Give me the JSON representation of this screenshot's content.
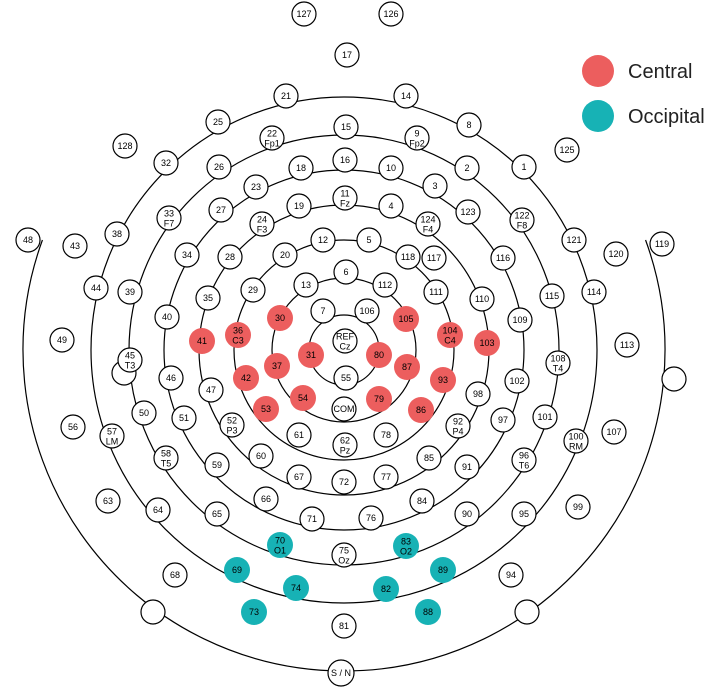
{
  "colors": {
    "central": "#EC5E5E",
    "occipital": "#17B2B5",
    "default": "#ffffff"
  },
  "legend": [
    {
      "key": "central",
      "label": "Central"
    },
    {
      "key": "occipital",
      "label": "Occipital"
    }
  ],
  "electrodes": [
    {
      "id": "127",
      "label": "127"
    },
    {
      "id": "126",
      "label": "126"
    },
    {
      "id": "17",
      "label": "17"
    },
    {
      "id": "21",
      "label": "21"
    },
    {
      "id": "14",
      "label": "14"
    },
    {
      "id": "25",
      "label": "25"
    },
    {
      "id": "15",
      "label": "15"
    },
    {
      "id": "8",
      "label": "8"
    },
    {
      "id": "22",
      "label": "22",
      "sub": "Fp1"
    },
    {
      "id": "9",
      "label": "9",
      "sub": "Fp2"
    },
    {
      "id": "128",
      "label": "128"
    },
    {
      "id": "125",
      "label": "125"
    },
    {
      "id": "32",
      "label": "32"
    },
    {
      "id": "26",
      "label": "26"
    },
    {
      "id": "18",
      "label": "18"
    },
    {
      "id": "16",
      "label": "16"
    },
    {
      "id": "10",
      "label": "10"
    },
    {
      "id": "2",
      "label": "2"
    },
    {
      "id": "1",
      "label": "1"
    },
    {
      "id": "23",
      "label": "23"
    },
    {
      "id": "3",
      "label": "3"
    },
    {
      "id": "11",
      "label": "11",
      "sub": "Fz"
    },
    {
      "id": "19",
      "label": "19"
    },
    {
      "id": "4",
      "label": "4"
    },
    {
      "id": "33",
      "label": "33",
      "sub": "F7"
    },
    {
      "id": "27",
      "label": "27"
    },
    {
      "id": "123",
      "label": "123"
    },
    {
      "id": "122",
      "label": "122",
      "sub": "F8"
    },
    {
      "id": "24",
      "label": "24",
      "sub": "F3"
    },
    {
      "id": "124",
      "label": "124",
      "sub": "F4"
    },
    {
      "id": "48",
      "label": "48"
    },
    {
      "id": "43",
      "label": "43"
    },
    {
      "id": "38",
      "label": "38"
    },
    {
      "id": "121",
      "label": "121"
    },
    {
      "id": "120",
      "label": "120"
    },
    {
      "id": "119",
      "label": "119"
    },
    {
      "id": "12",
      "label": "12"
    },
    {
      "id": "5",
      "label": "5"
    },
    {
      "id": "34",
      "label": "34"
    },
    {
      "id": "28",
      "label": "28"
    },
    {
      "id": "20",
      "label": "20"
    },
    {
      "id": "118",
      "label": "118"
    },
    {
      "id": "117",
      "label": "117"
    },
    {
      "id": "116",
      "label": "116"
    },
    {
      "id": "44",
      "label": "44"
    },
    {
      "id": "114",
      "label": "114"
    },
    {
      "id": "6",
      "label": "6"
    },
    {
      "id": "13",
      "label": "13"
    },
    {
      "id": "112",
      "label": "112"
    },
    {
      "id": "39",
      "label": "39"
    },
    {
      "id": "29",
      "label": "29"
    },
    {
      "id": "111",
      "label": "111"
    },
    {
      "id": "115",
      "label": "115"
    },
    {
      "id": "35",
      "label": "35"
    },
    {
      "id": "110",
      "label": "110"
    },
    {
      "id": "40",
      "label": "40"
    },
    {
      "id": "7",
      "label": "7"
    },
    {
      "id": "106",
      "label": "106"
    },
    {
      "id": "30",
      "label": "30",
      "group": "central"
    },
    {
      "id": "105",
      "label": "105",
      "group": "central"
    },
    {
      "id": "109",
      "label": "109"
    },
    {
      "id": "49",
      "label": "49"
    },
    {
      "id": "36",
      "label": "36",
      "sub": "C3",
      "group": "central"
    },
    {
      "id": "104",
      "label": "104",
      "sub": "C4",
      "group": "central"
    },
    {
      "id": "41",
      "label": "41",
      "group": "central"
    },
    {
      "id": "103",
      "label": "103",
      "group": "central"
    },
    {
      "id": "113",
      "label": "113"
    },
    {
      "id": "REF",
      "label": "REF",
      "sub": "Cz"
    },
    {
      "id": "31",
      "label": "31",
      "group": "central"
    },
    {
      "id": "80",
      "label": "80",
      "group": "central"
    },
    {
      "id": "37",
      "label": "37",
      "group": "central"
    },
    {
      "id": "87",
      "label": "87",
      "group": "central"
    },
    {
      "id": "45",
      "label": "45",
      "sub": "T3"
    },
    {
      "id": "108",
      "label": "108",
      "sub": "T4"
    },
    {
      "id": "46",
      "label": "46"
    },
    {
      "id": "55",
      "label": "55"
    },
    {
      "id": "42",
      "label": "42",
      "group": "central"
    },
    {
      "id": "93",
      "label": "93",
      "group": "central"
    },
    {
      "id": "102",
      "label": "102"
    },
    {
      "id": "47",
      "label": "47"
    },
    {
      "id": "98",
      "label": "98"
    },
    {
      "id": "54",
      "label": "54",
      "group": "central"
    },
    {
      "id": "79",
      "label": "79",
      "group": "central"
    },
    {
      "id": "COM",
      "label": "COM"
    },
    {
      "id": "50",
      "label": "50"
    },
    {
      "id": "53",
      "label": "53",
      "group": "central"
    },
    {
      "id": "86",
      "label": "86",
      "group": "central"
    },
    {
      "id": "51",
      "label": "51"
    },
    {
      "id": "101",
      "label": "101"
    },
    {
      "id": "97",
      "label": "97"
    },
    {
      "id": "52",
      "label": "52",
      "sub": "P3"
    },
    {
      "id": "92",
      "label": "92",
      "sub": "P4"
    },
    {
      "id": "56",
      "label": "56"
    },
    {
      "id": "61",
      "label": "61"
    },
    {
      "id": "62",
      "label": "62",
      "sub": "Pz"
    },
    {
      "id": "78",
      "label": "78"
    },
    {
      "id": "107",
      "label": "107"
    },
    {
      "id": "57",
      "label": "57",
      "sub": "LM"
    },
    {
      "id": "100",
      "label": "100",
      "sub": "RM"
    },
    {
      "id": "60",
      "label": "60"
    },
    {
      "id": "85",
      "label": "85"
    },
    {
      "id": "58",
      "label": "58",
      "sub": "T5"
    },
    {
      "id": "96",
      "label": "96",
      "sub": "T6"
    },
    {
      "id": "59",
      "label": "59"
    },
    {
      "id": "91",
      "label": "91"
    },
    {
      "id": "67",
      "label": "67"
    },
    {
      "id": "77",
      "label": "77"
    },
    {
      "id": "72",
      "label": "72"
    },
    {
      "id": "66",
      "label": "66"
    },
    {
      "id": "84",
      "label": "84"
    },
    {
      "id": "63",
      "label": "63"
    },
    {
      "id": "99",
      "label": "99"
    },
    {
      "id": "64",
      "label": "64"
    },
    {
      "id": "65",
      "label": "65"
    },
    {
      "id": "71",
      "label": "71"
    },
    {
      "id": "76",
      "label": "76"
    },
    {
      "id": "90",
      "label": "90"
    },
    {
      "id": "95",
      "label": "95"
    },
    {
      "id": "70",
      "label": "70",
      "sub": "O1",
      "group": "occipital"
    },
    {
      "id": "83",
      "label": "83",
      "sub": "O2",
      "group": "occipital"
    },
    {
      "id": "75",
      "label": "75",
      "sub": "Oz"
    },
    {
      "id": "69",
      "label": "69",
      "group": "occipital"
    },
    {
      "id": "89",
      "label": "89",
      "group": "occipital"
    },
    {
      "id": "68",
      "label": "68"
    },
    {
      "id": "94",
      "label": "94"
    },
    {
      "id": "74",
      "label": "74",
      "group": "occipital"
    },
    {
      "id": "82",
      "label": "82",
      "group": "occipital"
    },
    {
      "id": "73",
      "label": "73",
      "group": "occipital"
    },
    {
      "id": "88",
      "label": "88",
      "group": "occipital"
    },
    {
      "id": "81",
      "label": "81"
    },
    {
      "id": "SN",
      "label": "S / N"
    }
  ]
}
